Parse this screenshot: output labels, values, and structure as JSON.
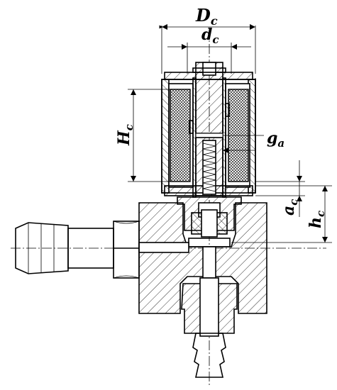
{
  "labels": {
    "Dc": {
      "main": "D",
      "sub": "c"
    },
    "dc": {
      "main": "d",
      "sub": "c"
    },
    "Hc": {
      "main": "H",
      "sub": "c"
    },
    "ga": {
      "main": "g",
      "sub": "a"
    },
    "ac": {
      "main": "a",
      "sub": "c"
    },
    "hc": {
      "main": "h",
      "sub": "c"
    }
  }
}
